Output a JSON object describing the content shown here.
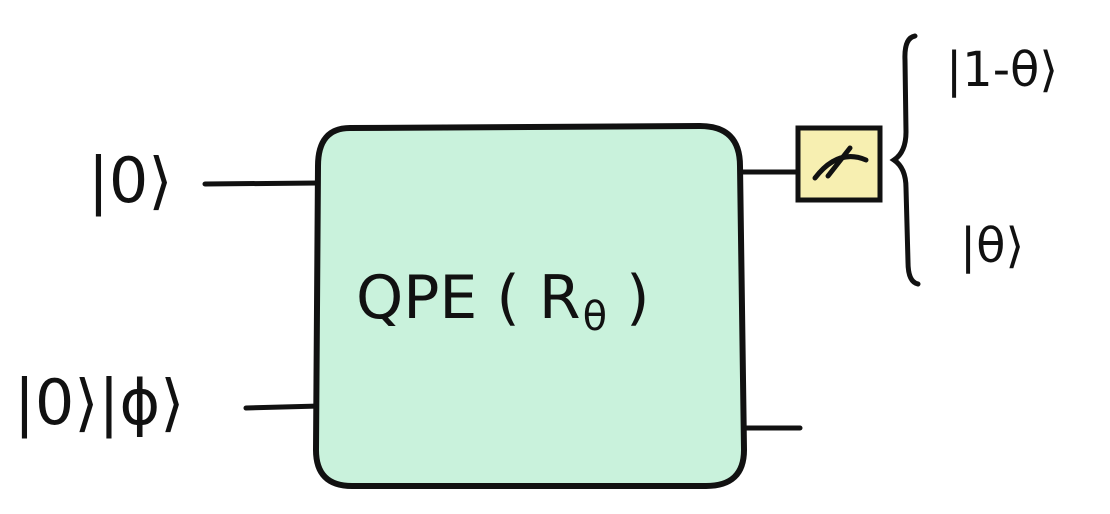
{
  "gate": {
    "name": "QPE",
    "open_paren": "(",
    "operator": "R",
    "operator_subscript": "θ",
    "close_paren": ")",
    "fill_color": "#c9f2dc"
  },
  "inputs": {
    "top": "|0⟩",
    "bottom": "|0⟩|ϕ⟩"
  },
  "measurement": {
    "icon": "meter-icon",
    "fill_color": "#f7efb1"
  },
  "outcomes": {
    "top": "|1-θ⟩",
    "bottom": "|θ⟩"
  }
}
